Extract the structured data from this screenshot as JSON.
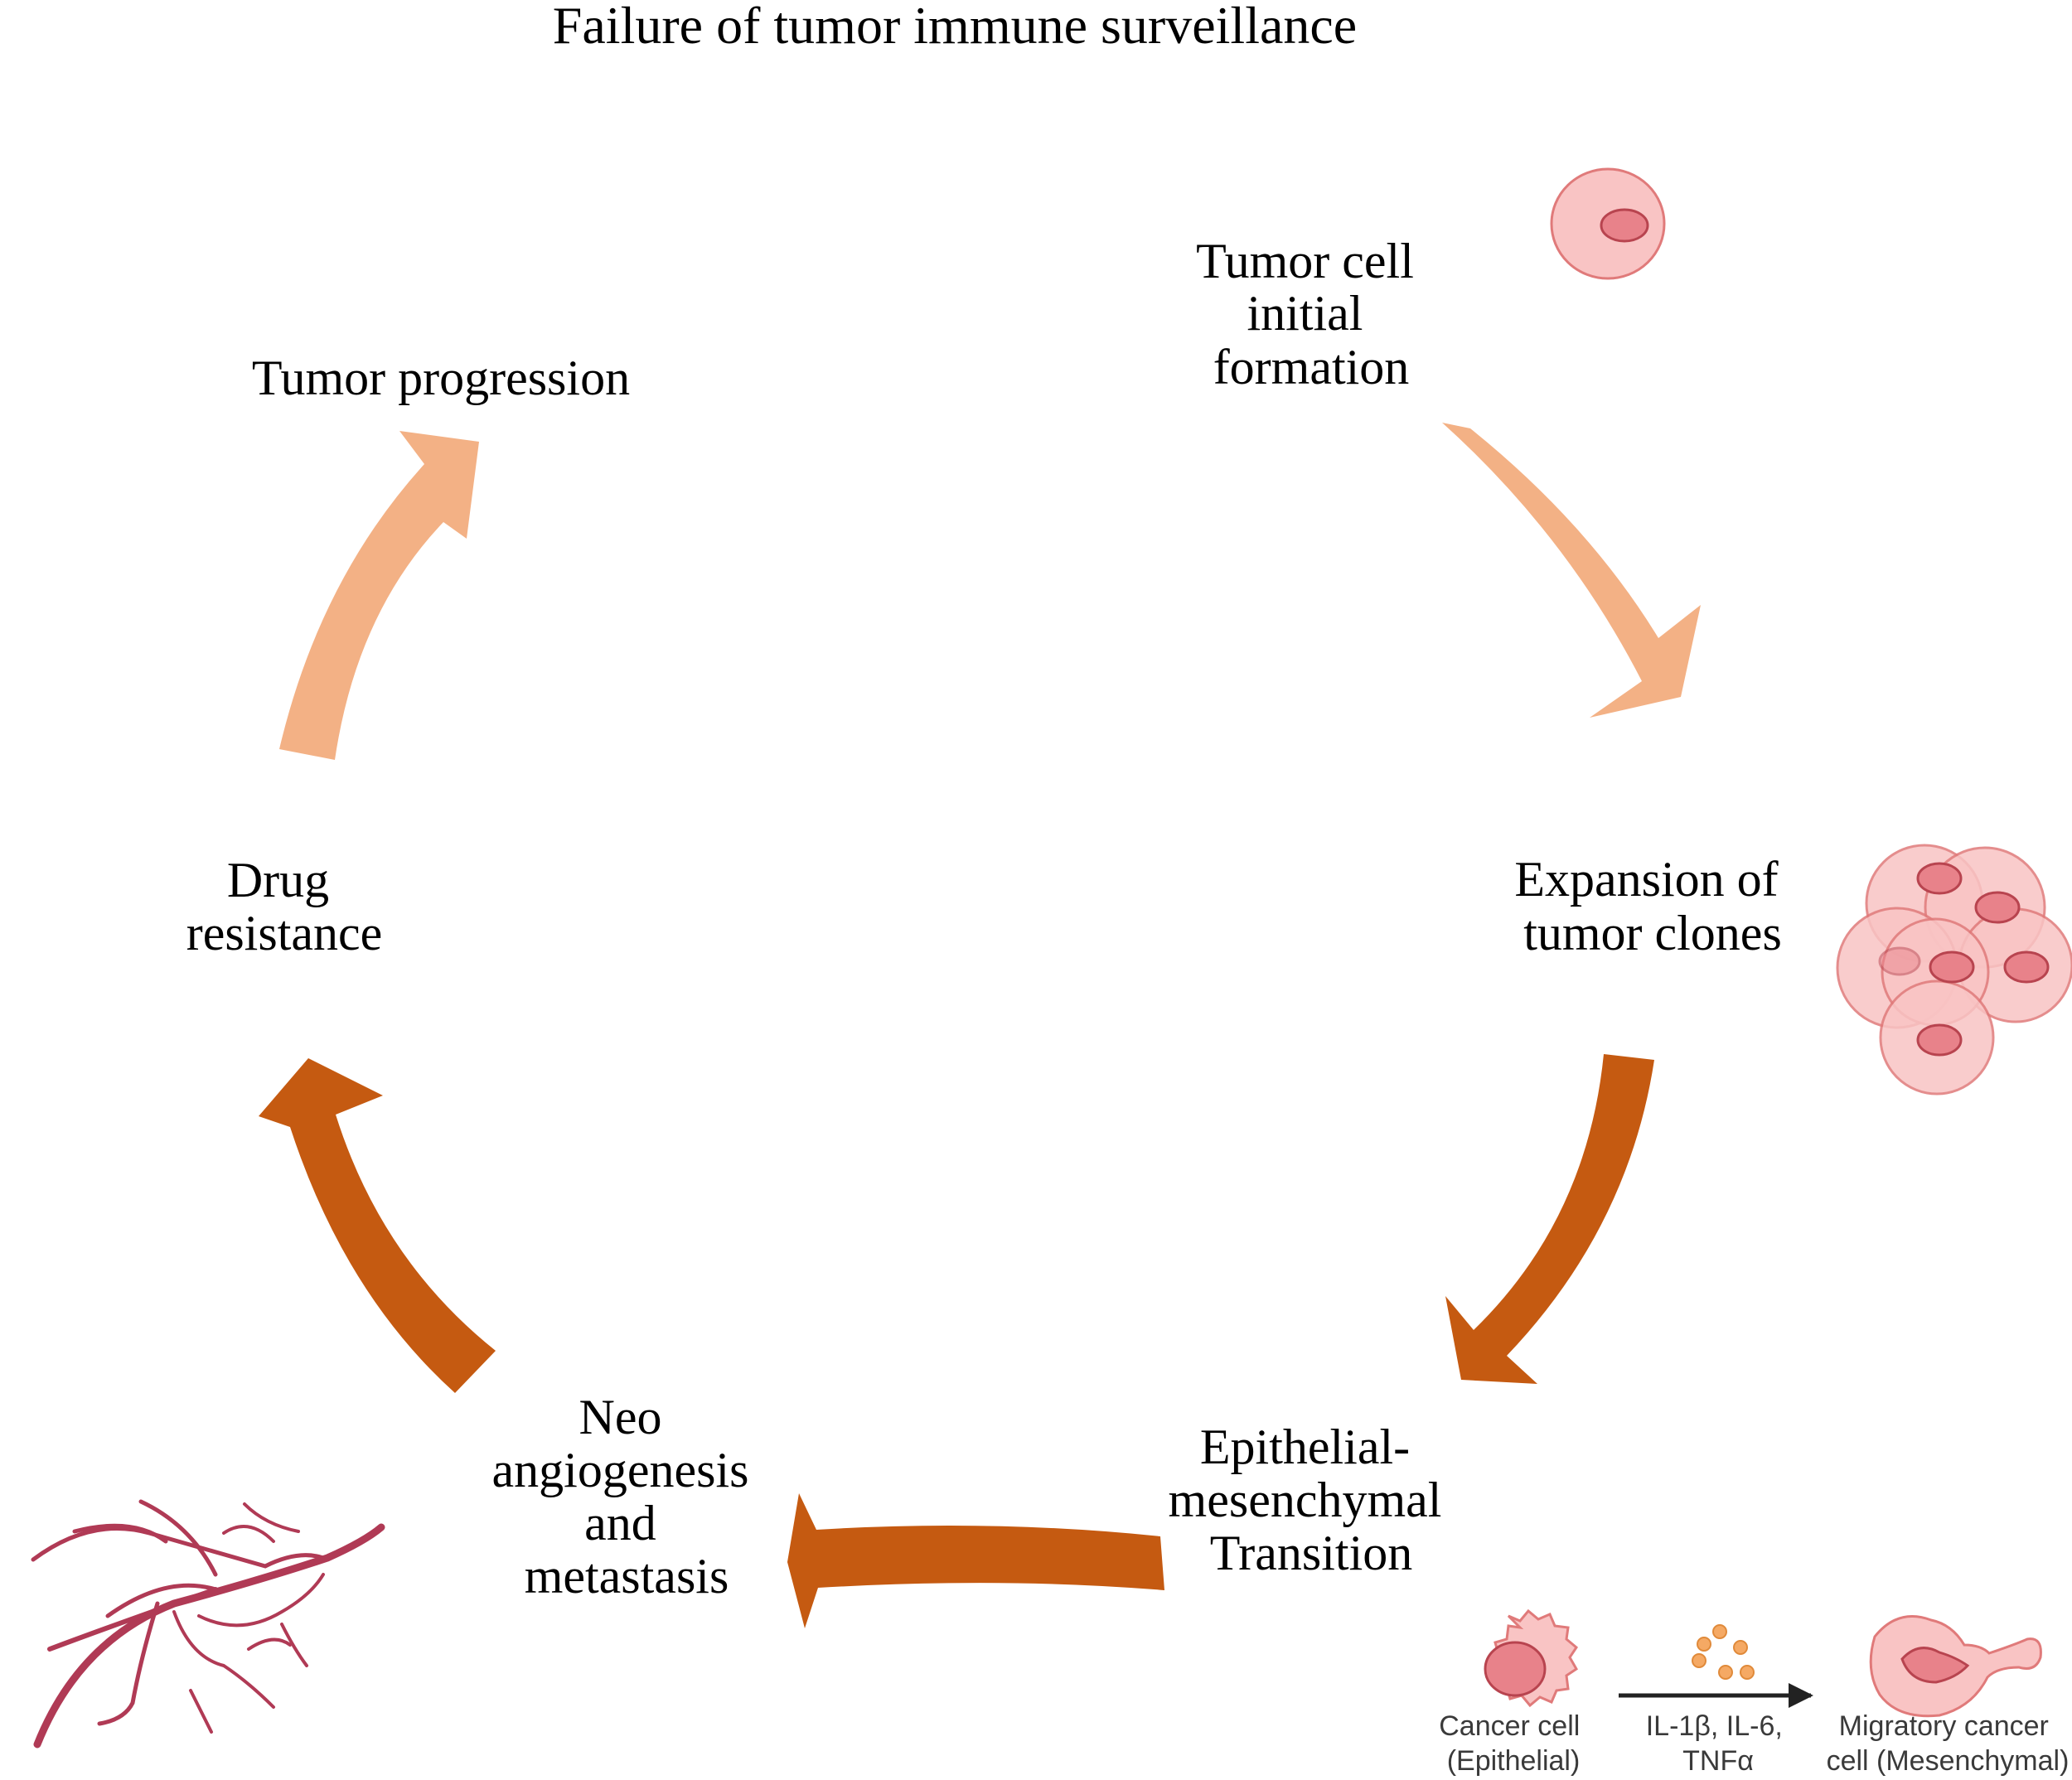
{
  "title": "Failure of tumor immune surveillance",
  "stages": [
    {
      "id": "tumor-cell-initial-formation",
      "lines": [
        "Tumor cell",
        "initial",
        "formation"
      ]
    },
    {
      "id": "expansion-of-tumor-clones",
      "lines": [
        "Expansion of",
        "tumor clones"
      ]
    },
    {
      "id": "epithelial-mesenchymal-transition",
      "lines": [
        "Epithelial-",
        "mesenchymal",
        "Transition"
      ]
    },
    {
      "id": "neo-angiogenesis-and-metastasis",
      "lines": [
        "Neo",
        "angiogenesis",
        "and",
        "metastasis"
      ]
    },
    {
      "id": "drug-resistance",
      "lines": [
        "Drug",
        "resistance"
      ]
    },
    {
      "id": "tumor-progression",
      "lines": [
        "Tumor progression"
      ]
    }
  ],
  "emt_detail": {
    "cancer_cell": [
      "Cancer cell",
      "(Epithelial)"
    ],
    "cytokines": [
      "IL-1β, IL-6,",
      "TNFα"
    ],
    "migratory_cell": [
      "Migratory cancer",
      "cell (Mesenchymal)"
    ]
  },
  "colors": {
    "early_arrow": "#F3B185",
    "late_arrow": "#C55A11",
    "cell_fill": "#F9C4C4",
    "cell_stroke": "#E07A7A",
    "nucleus_fill": "#E8828A",
    "vessel": "#B03A55"
  },
  "icons": [
    "single-tumor-cell-icon",
    "tumor-clone-cluster-icon",
    "blood-vessel-icon",
    "emt-cell-transition-icon"
  ]
}
